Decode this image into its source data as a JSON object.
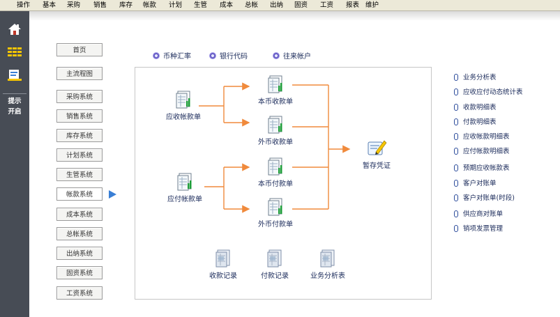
{
  "menu": [
    "操作",
    "基本",
    "采购",
    "销售",
    "库存",
    "帐款",
    "计划",
    "生管",
    "成本",
    "总帐",
    "出纳",
    "固资",
    "工资",
    "报表",
    "维护"
  ],
  "sidebar": {
    "tip": "提示",
    "open": "开启",
    "icons": [
      "home-icon",
      "grid-menu-icon",
      "document-icon"
    ]
  },
  "nav": [
    "首页",
    "主流程图",
    "采购系统",
    "销售系统",
    "库存系统",
    "计划系统",
    "生管系统",
    "帐款系统",
    "成本系统",
    "总帐系统",
    "出纳系统",
    "固资系统",
    "工资系统"
  ],
  "nav_selected": "帐款系统",
  "toplinks": [
    "币种汇率",
    "银行代码",
    "往来帐户"
  ],
  "flow": {
    "ar_doc": "应收帐款单",
    "ap_doc": "应付帐款单",
    "local_receipt": "本币收款单",
    "foreign_receipt": "外币收款单",
    "local_payment": "本币付款单",
    "foreign_payment": "外币付款单",
    "temp_voucher": "暂存凭证",
    "receipt_record": "收款记录",
    "payment_record": "付款记录",
    "analysis_table": "业务分析表"
  },
  "right_links": [
    "业务分析表",
    "应收应付动态统计表",
    "收款明细表",
    "付款明细表",
    "应收帐款明细表",
    "应付帐款明细表",
    "预期应收帐款表",
    "客户对账单",
    "客户对账单(时段)",
    "供应商对账单",
    "销项发票管理"
  ],
  "colors": {
    "sidebar": "#474c55",
    "flow_line": "#f08a3c",
    "nav_arrow": "#3a7fd5",
    "menubar": "#ece9d8"
  }
}
